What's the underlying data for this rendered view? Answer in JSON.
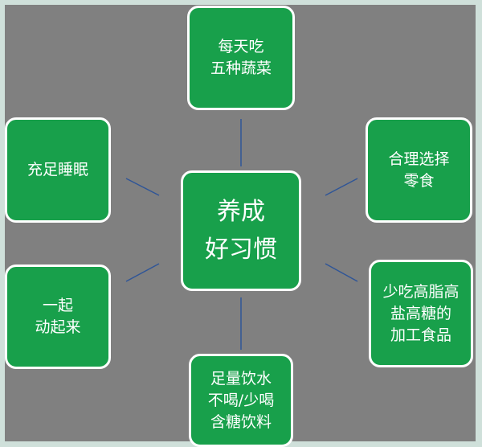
{
  "diagram": {
    "center": {
      "label": "养成\n好习惯"
    },
    "nodes": {
      "top": {
        "label": "每天吃\n五种蔬菜"
      },
      "upper_left": {
        "label": "充足睡眠"
      },
      "upper_right": {
        "label": "合理选择\n零食"
      },
      "lower_left": {
        "label": "一起\n动起来"
      },
      "lower_right": {
        "label": "少吃高脂高\n盐高糖的\n加工食品"
      },
      "bottom": {
        "label": "足量饮水\n不喝/少喝\n含糖饮料"
      }
    },
    "colors": {
      "node_fill": "#18a04b",
      "node_border": "#ffffff",
      "panel": "#808080",
      "connector": "#2f5597"
    }
  }
}
